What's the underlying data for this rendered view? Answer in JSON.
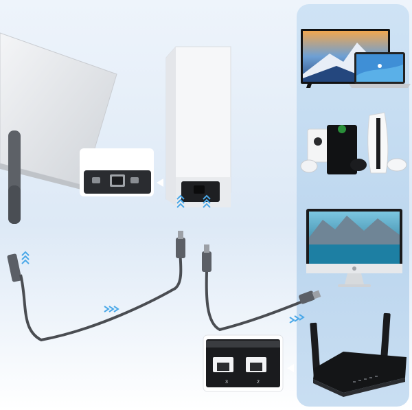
{
  "devices": {
    "tv_icon": "tv-with-mountain-wallpaper",
    "laptop_icon": "laptop",
    "consoles_icon": "game-consoles",
    "monitor_icon": "desktop-monitor",
    "router_icon": "wifi-router",
    "switch_icon": "ethernet-switch",
    "dish_icon": "satellite-dish",
    "power_supply_icon": "power-supply"
  },
  "switch_ports": {
    "port_a": "3",
    "port_b": "2"
  },
  "colors": {
    "panel": "#c6dcf1",
    "cable": "#4a4d52",
    "arrow": "#4aa8e8"
  }
}
